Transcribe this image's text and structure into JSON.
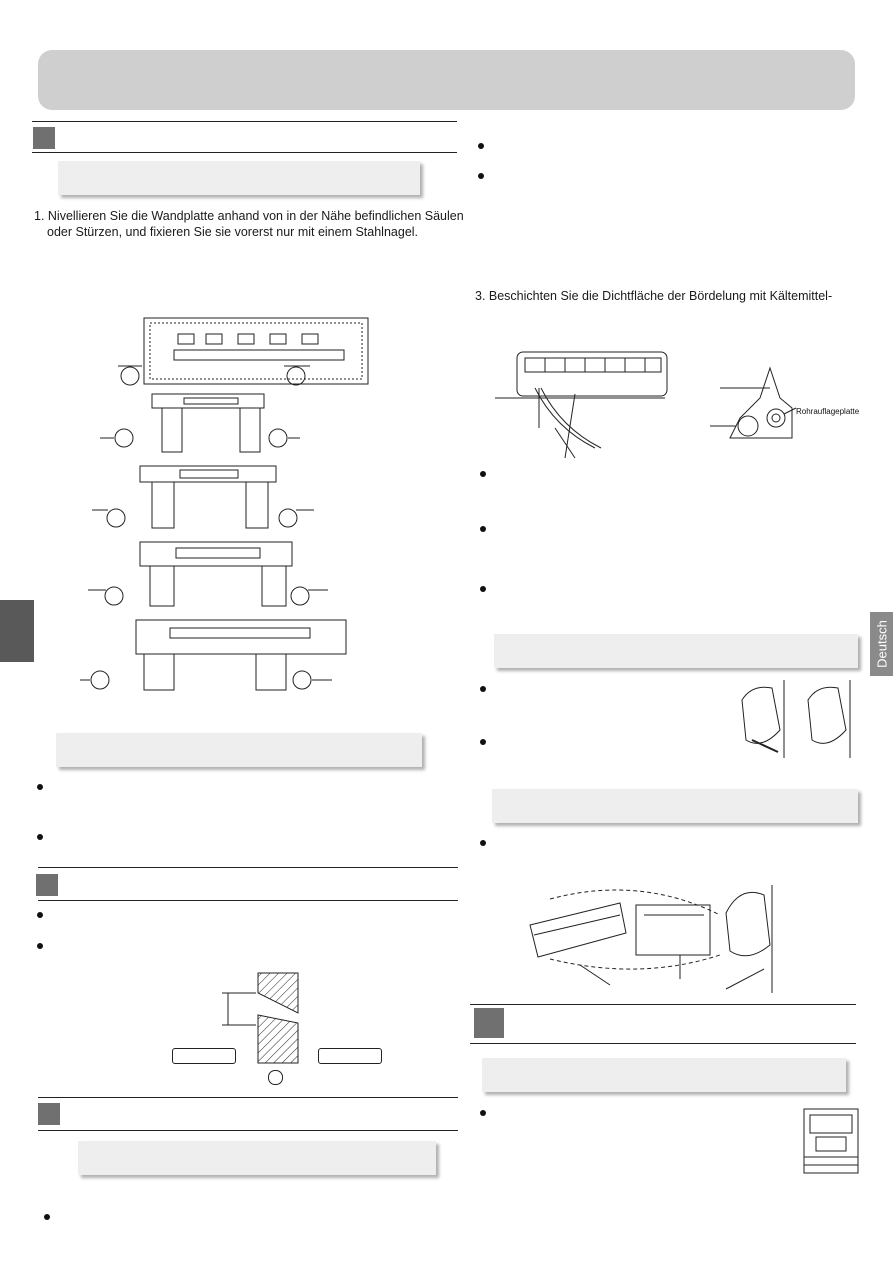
{
  "header": {
    "title": ""
  },
  "side_tab": {
    "label": "Deutsch"
  },
  "left_column": {
    "step1_text": "1. Nivellieren Sie die Wandplatte anhand von in der Nähe befindlichen Säulen",
    "step1_text_cont": "oder Stürzen, und fixieren Sie sie vorerst nur mit einem Stahlnagel."
  },
  "right_column": {
    "step3_text": "3. Beschichten Sie die Dichtfläche der Bördelung mit Kältemittel-",
    "label_plate": "Rohrauflageplatte"
  }
}
